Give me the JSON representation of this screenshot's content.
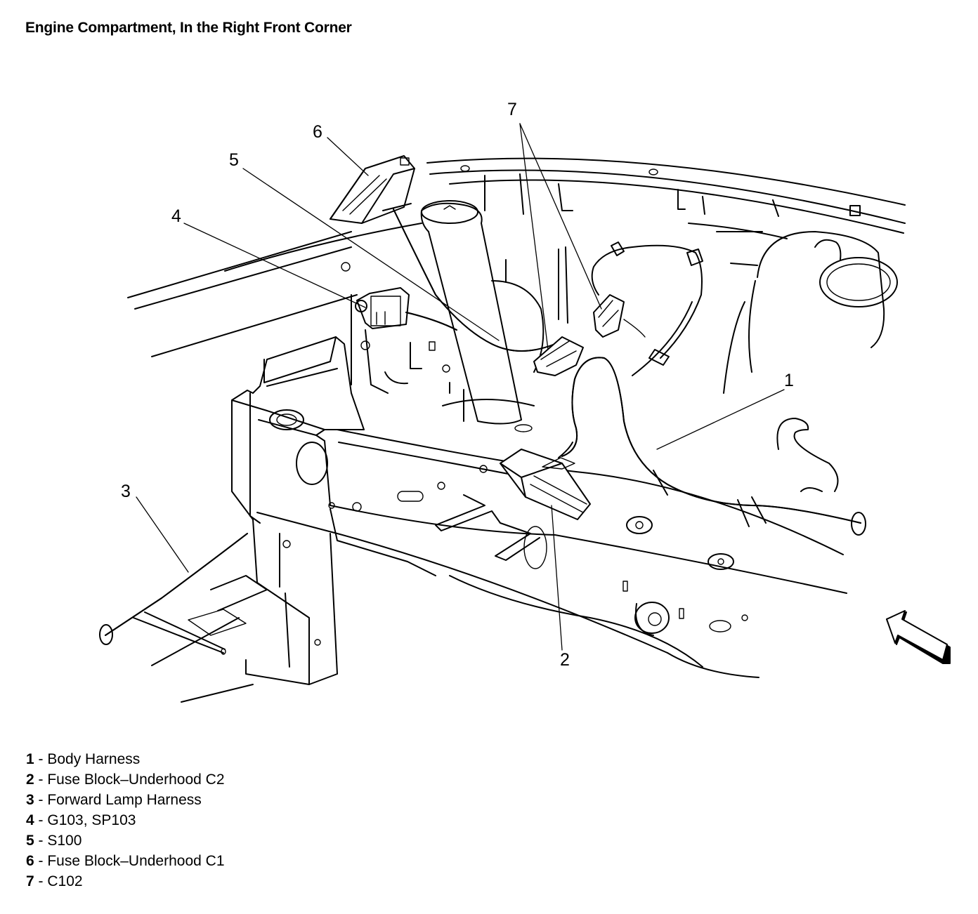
{
  "title": "Engine Compartment, In the Right Front Corner",
  "callouts": [
    {
      "number": "1",
      "label": "Body Harness"
    },
    {
      "number": "2",
      "label": "Fuse Block–Underhood C2"
    },
    {
      "number": "3",
      "label": "Forward Lamp Harness"
    },
    {
      "number": "4",
      "label": "G103, SP103"
    },
    {
      "number": "5",
      "label": "S100"
    },
    {
      "number": "6",
      "label": "Fuse Block–Underhood C1"
    },
    {
      "number": "7",
      "label": "C102"
    }
  ],
  "legend_separator": " - ",
  "icons": {
    "direction_arrow": "front-direction-arrow-icon"
  }
}
